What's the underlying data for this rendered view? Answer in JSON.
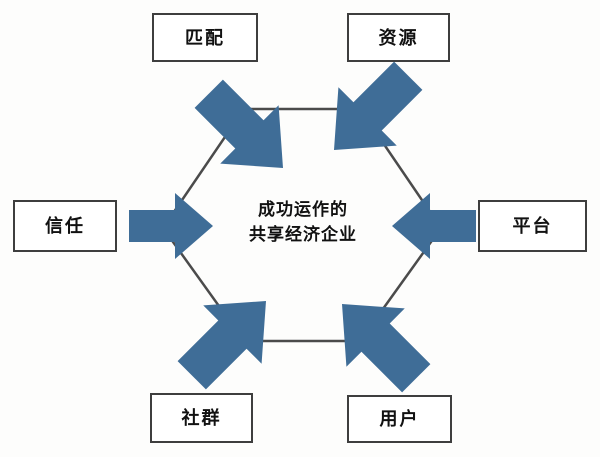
{
  "center": {
    "line1": "成功运作的",
    "line2": "共享经济企业"
  },
  "nodes": [
    {
      "id": "match",
      "label": "匹配",
      "position": "top-left"
    },
    {
      "id": "resources",
      "label": "资源",
      "position": "top-right"
    },
    {
      "id": "trust",
      "label": "信任",
      "position": "left"
    },
    {
      "id": "platform",
      "label": "平台",
      "position": "right"
    },
    {
      "id": "community",
      "label": "社群",
      "position": "bottom-left"
    },
    {
      "id": "users",
      "label": "用户",
      "position": "bottom-right"
    }
  ],
  "colors": {
    "arrow": "#3f6d97",
    "hexagon_line": "#4b4b4b",
    "box_border": "#3e3e3e",
    "text": "#111111",
    "background": "#fdfdfc"
  }
}
